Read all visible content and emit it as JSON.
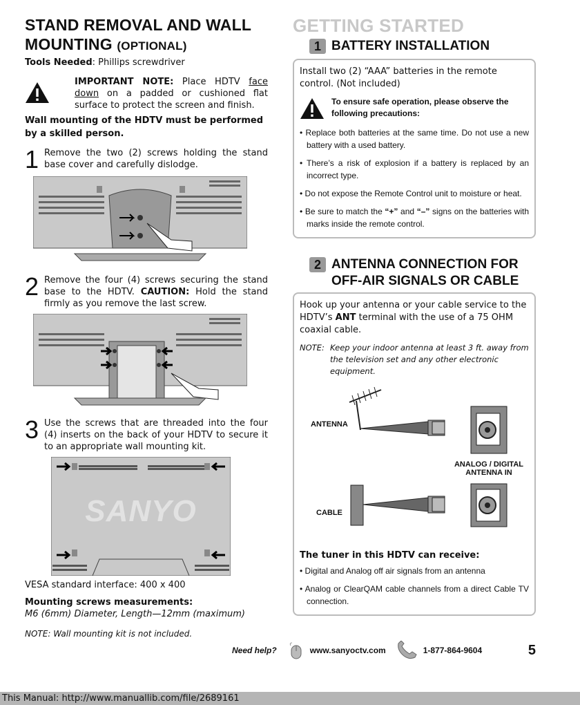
{
  "left": {
    "title_line1": "STAND REMOVAL AND WALL",
    "title_line2": "MOUNTING",
    "title_optional": "(OPTIONAL)",
    "tools_label": "Tools Needed",
    "tools_value": ": Phillips screwdriver",
    "important_label": "IMPORTANT NOTE:",
    "important_pre": " Place HDTV ",
    "important_underline": "face down",
    "important_post": " on a padded or cushioned flat surface to protect the screen and finish.",
    "wall_note": "Wall mounting of the HDTV must be performed by a skilled person.",
    "steps": [
      {
        "num": "1",
        "text": "Remove the two (2) screws holding the stand base cover and carefully dislodge."
      },
      {
        "num": "2",
        "text_pre": "Remove the four (4) screws securing the stand base to the HDTV. ",
        "caution": "CAUTION:",
        "text_post": " Hold the stand firmly as you remove the last screw."
      },
      {
        "num": "3",
        "text": "Use the screws that are threaded into the four (4) inserts on the back of your HDTV to secure it to an appropriate wall mounting kit."
      }
    ],
    "brand": "SANYO",
    "vesa": "VESA standard interface:  400 x 400",
    "mount_title": "Mounting screws measurements:",
    "mount_value": "M6 (6mm) Diameter, Length—12mm (maximum)",
    "wall_kit_note": "NOTE: Wall mounting kit is not included."
  },
  "right": {
    "getting_started": "GETTING STARTED",
    "sec1_num": "1",
    "sec1_title": "BATTERY INSTALLATION",
    "sec1_intro": "Install two (2) “AAA” batteries in the remote control. (Not included)",
    "sec1_precaution": "To ensure safe operation, please observe the following precautions:",
    "sec1_bullets": [
      "• Replace both batteries at the same time. Do not use a new battery with a used battery.",
      "• There’s a risk of explosion if a battery is replaced by an incorrect type.",
      "• Do not expose the Remote Control unit to moisture or heat."
    ],
    "sec1_bullet4_pre": "• Be sure to match the ",
    "sec1_bullet4_plus": "“+”",
    "sec1_bullet4_mid": " and ",
    "sec1_bullet4_minus": "“–”",
    "sec1_bullet4_post": " signs on the batteries with marks inside the remote control.",
    "sec2_num": "2",
    "sec2_title_line1": "ANTENNA CONNECTION FOR",
    "sec2_title_line2": "OFF-AIR SIGNALS OR CABLE",
    "sec2_intro_pre": "Hook up your antenna or your cable service to the HDTV’s ",
    "sec2_intro_ant": "ANT",
    "sec2_intro_post": " terminal with the use of a 75 OHM coaxial cable.",
    "sec2_note_label": "NOTE:",
    "sec2_note_text": "Keep your indoor antenna at least 3 ft. away from the television set and any other electronic equipment.",
    "label_antenna": "ANTENNA",
    "label_cable": "CABLE",
    "label_input_line1": "ANALOG / DIGITAL",
    "label_input_line2": "ANTENNA IN",
    "tuner_title": "The tuner in this HDTV can receive",
    "tuner_colon": ":",
    "tuner_bullets": [
      "• Digital and Analog off air signals from an antenna",
      "• Analog or ClearQAM cable channels from a direct Cable TV connection."
    ]
  },
  "footer": {
    "help": "Need help?",
    "url": "www.sanyoctv.com",
    "phone": "1-877-864-9604",
    "page": "5"
  },
  "bottom_bar": "This Manual: http://www.manuallib.com/file/2689161"
}
